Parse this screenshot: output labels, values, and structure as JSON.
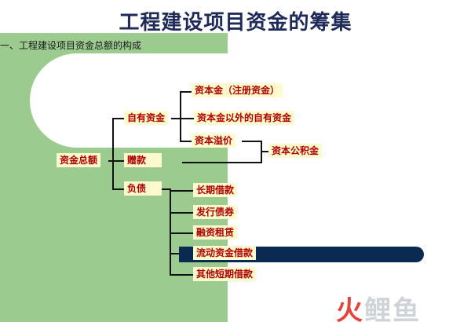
{
  "title": "工程建设项目资金的筹集",
  "subtitle": "一、工程建设项目资金总额的构成",
  "nodes": {
    "root": "资金总额",
    "own_capital": "自有资金",
    "donation": "赠款",
    "liabilities": "负债",
    "registered_capital": "资本金（注册资金）",
    "other_own_capital": "资本金以外的自有资金",
    "capital_premium": "资本溢价",
    "capital_reserve": "资本公积金",
    "long_term_loan": "长期借款",
    "bond_issue": "发行债券",
    "finance_lease": "融资租赁",
    "working_capital_loan": "流动资金借款",
    "other_short_term_loan": "其他短期借款"
  },
  "watermark": {
    "fire": "火",
    "rest": "鲤鱼"
  },
  "colors": {
    "background_green": "#9bcb8f",
    "box_fill": "#fffacd",
    "box_text": "#b00000",
    "highlight_bar": "#0b2a52",
    "title": "#1e2a5a"
  }
}
